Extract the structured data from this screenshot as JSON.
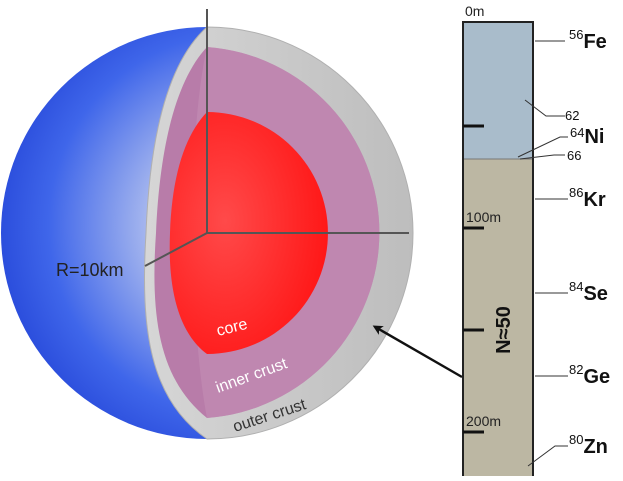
{
  "star": {
    "radius_label": "R=10km",
    "layers": {
      "core": "core",
      "inner_crust": "inner crust",
      "outer_crust": "outer crust"
    }
  },
  "column": {
    "depth_labels": {
      "top": "0m",
      "mid": "100m",
      "low": "200m"
    },
    "magic_label": "N≈50",
    "isotopes": [
      {
        "mass": "56",
        "symbol": "Fe"
      },
      {
        "mass": "62",
        "symbol": ""
      },
      {
        "mass": "64",
        "symbol": "Ni"
      },
      {
        "mass": "66",
        "symbol": ""
      },
      {
        "mass": "86",
        "symbol": "Kr"
      },
      {
        "mass": "84",
        "symbol": "Se"
      },
      {
        "mass": "82",
        "symbol": "Ge"
      },
      {
        "mass": "80",
        "symbol": "Zn"
      }
    ]
  },
  "colors": {
    "sphere_blue": "#2f59e6",
    "crust_gray": "#c8c8c8",
    "inner_crust_purple": "#b77aa8",
    "core_red": "#ff1a1a",
    "column_upper": "#a9bccb",
    "column_lower": "#bcb7a3"
  }
}
